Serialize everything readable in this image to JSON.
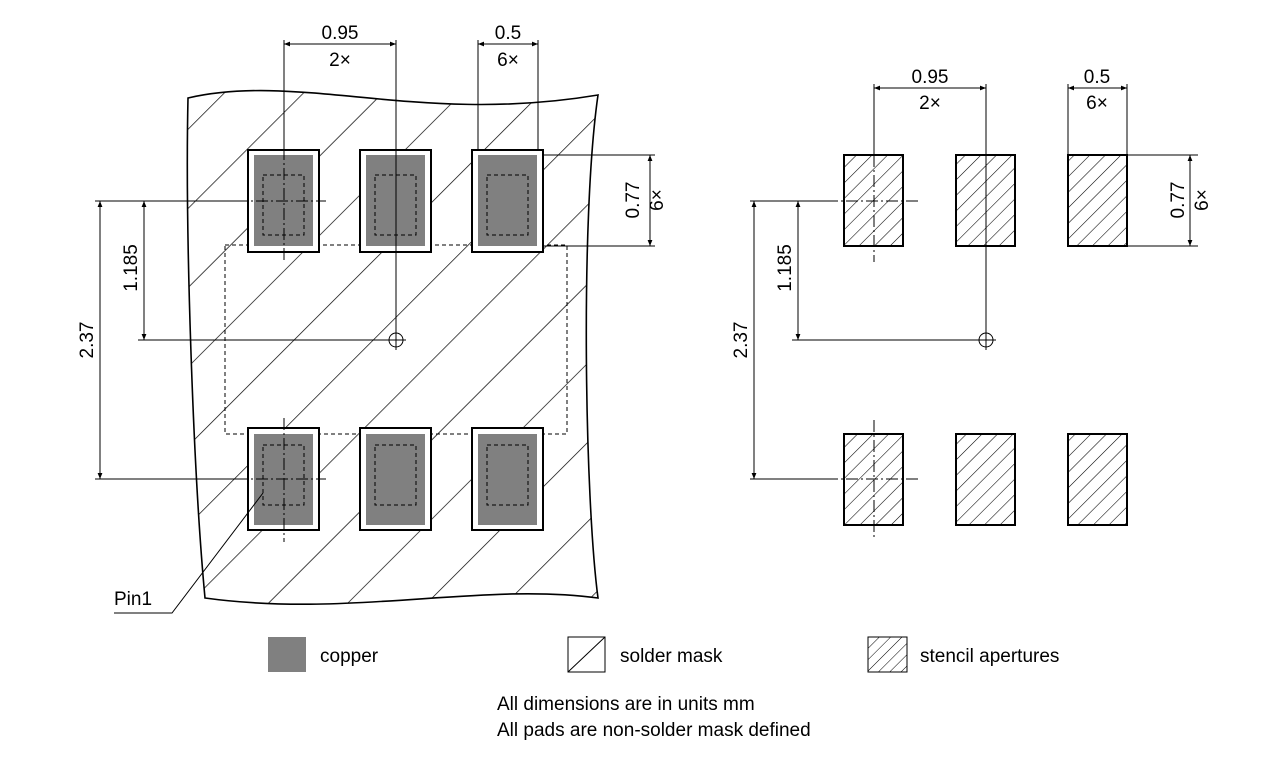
{
  "colors": {
    "copper": "#808080",
    "line": "#000000",
    "background": "#ffffff"
  },
  "left_view": {
    "pitch_x": {
      "value": "0.95",
      "count": "2×"
    },
    "pad_width": {
      "value": "0.5",
      "count": "6×"
    },
    "pad_height": {
      "value": "0.77",
      "count": "6×"
    },
    "half_row_pitch": "1.185",
    "row_pitch": "2.37",
    "pin1_label": "Pin1"
  },
  "right_view": {
    "pitch_x": {
      "value": "0.95",
      "count": "2×"
    },
    "pad_width": {
      "value": "0.5",
      "count": "6×"
    },
    "pad_height": {
      "value": "0.77",
      "count": "6×"
    },
    "half_row_pitch": "1.185",
    "row_pitch": "2.37"
  },
  "legend": [
    {
      "key": "copper",
      "label": "copper"
    },
    {
      "key": "solder-mask",
      "label": "solder mask"
    },
    {
      "key": "stencil-apertures",
      "label": "stencil apertures"
    }
  ],
  "notes": [
    "All dimensions are in units mm",
    "All pads are non-solder mask defined"
  ]
}
